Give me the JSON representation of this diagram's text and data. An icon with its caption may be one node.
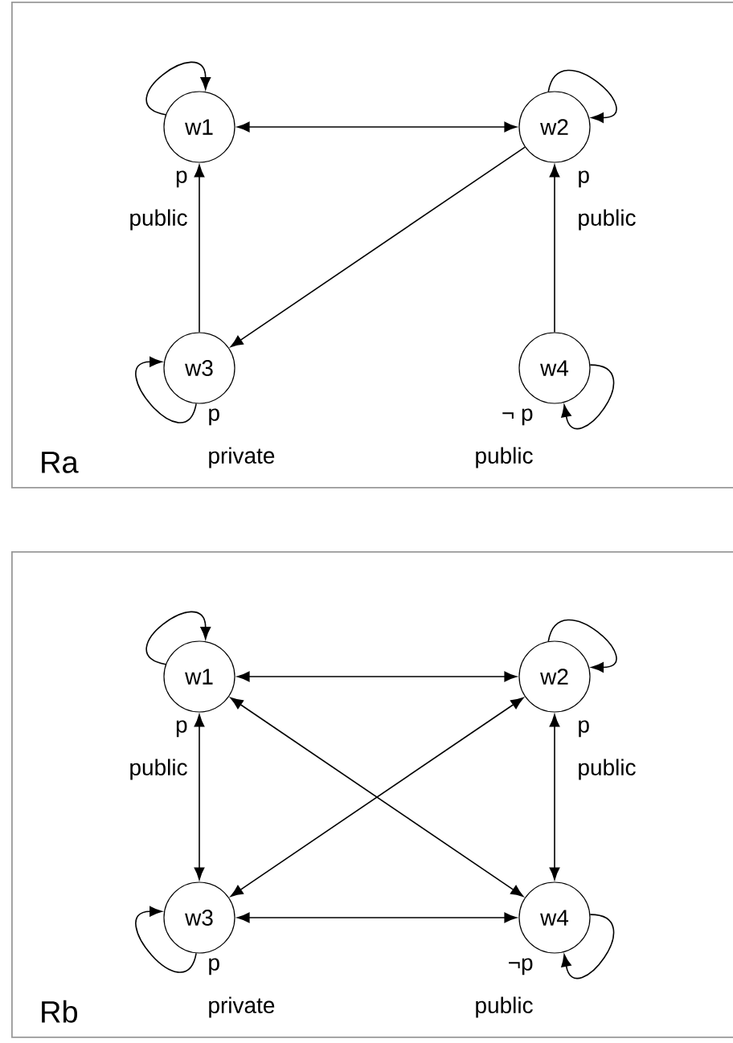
{
  "diagram": {
    "nodes": [
      {
        "text": [
          "Ra"
        ]
      },
      {
        "text": [
          "w1"
        ],
        "in": 0,
        "beside": [
          "p",
          "public"
        ]
      },
      {
        "text": [
          "w2"
        ],
        "in": 0,
        "beside": [
          "p",
          "public"
        ]
      },
      {
        "text": [
          "w3"
        ],
        "in": 0,
        "beside": [
          "p",
          "private"
        ]
      },
      {
        "text": [
          "w4"
        ],
        "in": 0,
        "beside": [
          "¬ p",
          "public"
        ]
      },
      {
        "text": [
          "Rb"
        ]
      },
      {
        "text": [
          "w1"
        ],
        "in": 5,
        "beside": [
          "p",
          "public"
        ]
      },
      {
        "text": [
          "w2"
        ],
        "in": 5,
        "beside": [
          "p",
          "public"
        ]
      },
      {
        "text": [
          "w3"
        ],
        "in": 5,
        "beside": [
          "p",
          "private"
        ]
      },
      {
        "text": [
          "w4"
        ],
        "in": 5,
        "beside": [
          "¬p",
          "public"
        ]
      }
    ],
    "edges": [
      {
        "from": 1,
        "to": 1,
        "arrow": "to"
      },
      {
        "from": 2,
        "to": 2,
        "arrow": "to"
      },
      {
        "from": 3,
        "to": 3,
        "arrow": "to"
      },
      {
        "from": 4,
        "to": 4,
        "arrow": "to"
      },
      {
        "from": 1,
        "to": 2,
        "arrow": "both"
      },
      {
        "from": 3,
        "to": 1,
        "arrow": "to"
      },
      {
        "from": 2,
        "to": 3,
        "arrow": "to"
      },
      {
        "from": 4,
        "to": 2,
        "arrow": "to"
      },
      {
        "from": 6,
        "to": 6,
        "arrow": "to"
      },
      {
        "from": 7,
        "to": 7,
        "arrow": "to"
      },
      {
        "from": 8,
        "to": 8,
        "arrow": "to"
      },
      {
        "from": 9,
        "to": 9,
        "arrow": "to"
      },
      {
        "from": 6,
        "to": 7,
        "arrow": "both"
      },
      {
        "from": 6,
        "to": 8,
        "arrow": "both"
      },
      {
        "from": 7,
        "to": 9,
        "arrow": "both"
      },
      {
        "from": 8,
        "to": 9,
        "arrow": "both"
      },
      {
        "from": 6,
        "to": 9,
        "arrow": "both"
      },
      {
        "from": 7,
        "to": 8,
        "arrow": "both"
      }
    ]
  }
}
